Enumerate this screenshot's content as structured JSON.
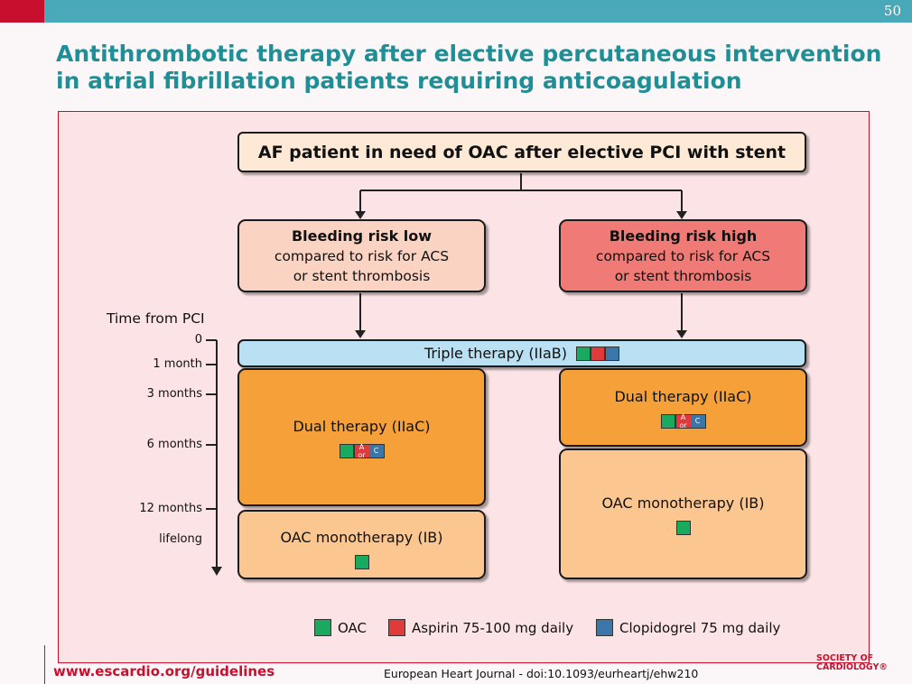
{
  "slide": {
    "number": "50"
  },
  "title": "Antithrombotic therapy after elective percutaneous intervention in atrial fibrillation patients requiring anticoagulation",
  "flow": {
    "top_box": "AF patient in need of OAC after elective PCI with stent",
    "risk_low": {
      "title": "Bleeding risk low",
      "line1": "compared to risk for ACS",
      "line2": "or stent thrombosis"
    },
    "risk_high": {
      "title": "Bleeding risk high",
      "line1": "compared to risk for ACS",
      "line2": "or stent thrombosis"
    },
    "triple": "Triple therapy (IIaB)",
    "dual_low": "Dual therapy (IIaC)",
    "dual_high": "Dual therapy (IIaC)",
    "oac_low": "OAC monotherapy (IB)",
    "oac_high": "OAC monotherapy (IB)",
    "a_or_c": "A or C"
  },
  "timeline": {
    "title": "Time from PCI",
    "ticks": [
      "0",
      "1 month",
      "3 months",
      "6 months",
      "12 months",
      "lifelong"
    ]
  },
  "legend": {
    "oac": "OAC",
    "aspirin": "Aspirin 75-100 mg daily",
    "clopidogrel": "Clopidogrel 75 mg daily"
  },
  "colors": {
    "oac": "#1aaa5f",
    "aspirin": "#e03a3a",
    "clopidogrel": "#3a76a8",
    "title": "#1f8f97",
    "brand_red": "#c8102e"
  },
  "footer": {
    "website": "www.escardio.org/guidelines",
    "citation": "European Heart Journal - doi:10.1093/eurheartj/ehw210",
    "logo_line1": "SOCIETY OF",
    "logo_line2": "CARDIOLOGY®"
  }
}
